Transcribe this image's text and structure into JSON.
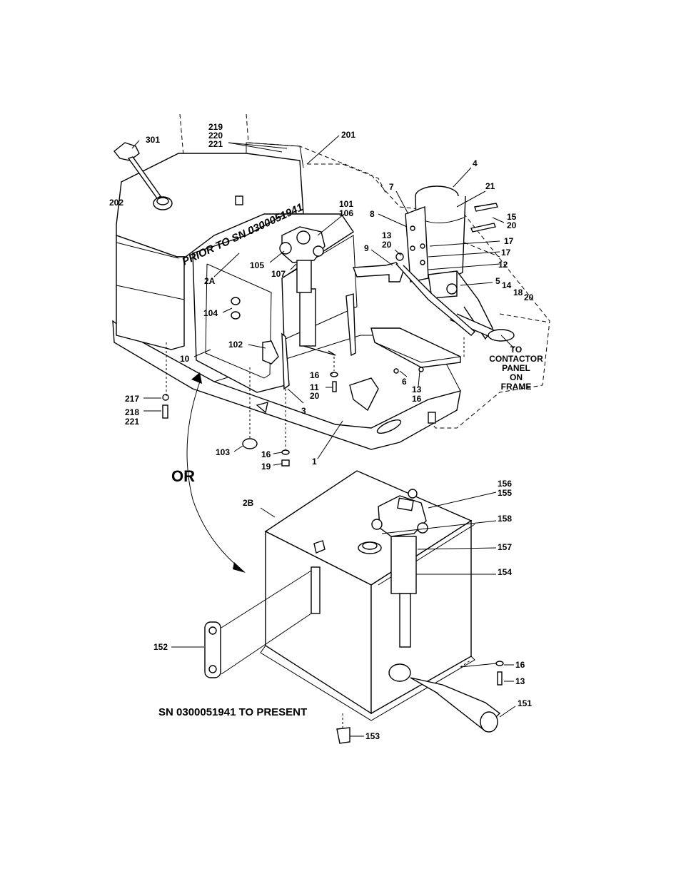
{
  "labels": {
    "l301": "301",
    "l219": "219",
    "l220": "220",
    "l221a": "221",
    "l201": "201",
    "l202": "202",
    "l4": "4",
    "l7": "7",
    "l21": "21",
    "l101": "101",
    "l106": "106",
    "l8": "8",
    "l15": "15",
    "l20a": "20",
    "l13a": "13",
    "l20b": "20",
    "l17a": "17",
    "l9": "9",
    "l17b": "17",
    "l105": "105",
    "l107": "107",
    "l12": "12",
    "l2a": "2A",
    "l5": "5",
    "l14": "14",
    "l18": "18",
    "l20c": "20",
    "l104": "104",
    "l102": "102",
    "l10": "10",
    "l16a": "16",
    "l11": "11",
    "l20d": "20",
    "l6": "6",
    "l13b": "13",
    "l16b": "16",
    "l217": "217",
    "l218": "218",
    "l221b": "221",
    "l3": "3",
    "l103": "103",
    "l16c": "16",
    "l19": "19",
    "l1": "1",
    "l156": "156",
    "l155": "155",
    "l2b": "2B",
    "l158": "158",
    "l157": "157",
    "l154": "154",
    "l152": "152",
    "l16d": "16",
    "l13c": "13",
    "l151": "151",
    "l153": "153"
  },
  "callout_to_contactor": [
    "TO",
    "CONTACTOR",
    "PANEL",
    "ON",
    "FRAME"
  ],
  "banner_prior": "PRIOR TO SN 0300051941",
  "or_text": "OR",
  "caption_present": "SN 0300051941 TO PRESENT"
}
